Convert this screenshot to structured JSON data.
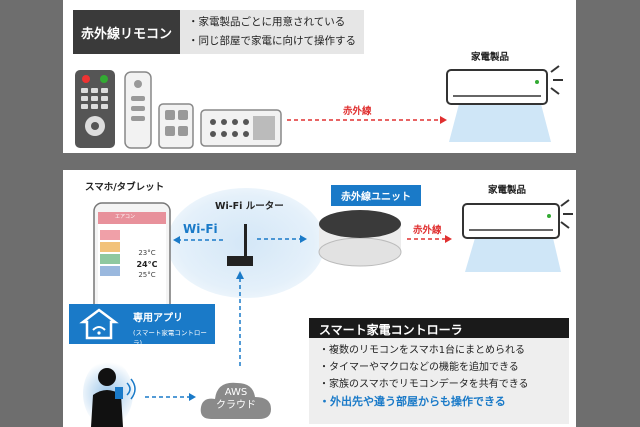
{
  "top_panel": {
    "title": "赤外線リモコン",
    "notes": [
      "・家電製品ごとに用意されている",
      "・同じ部屋で家電に向けて操作する"
    ],
    "infrared_label": "赤外線",
    "appliance_label": "家電製品"
  },
  "bottom_panel": {
    "smartphone_label": "スマホ/タブレット",
    "router_label": "Wi-Fi ルーター",
    "wifi_label": "Wi-Fi",
    "unit_label": "赤外線ユニット",
    "infrared_label": "赤外線",
    "appliance_label": "家電製品",
    "app_label": "専用アプリ",
    "app_sublabel": "(スマート家電コントローラ)",
    "cloud_label_1": "AWS",
    "cloud_label_2": "クラウド",
    "phone_screen": {
      "title": "エアコン",
      "temps": [
        "23°C",
        "24°C",
        "25°C"
      ]
    },
    "controller_box": {
      "title": "スマート家電コントローラ",
      "bullets": [
        "・複数のリモコンをスマホ1台にまとめられる",
        "・タイマーやマクロなどの機能を追加できる",
        "・家族のスマホでリモコンデータを共有できる"
      ],
      "highlight": "・外出先や違う部屋からも操作できる"
    }
  },
  "colors": {
    "accent_blue": "#1a7ac8",
    "infrared_red": "#e03030",
    "background": "#6e6e6e"
  }
}
